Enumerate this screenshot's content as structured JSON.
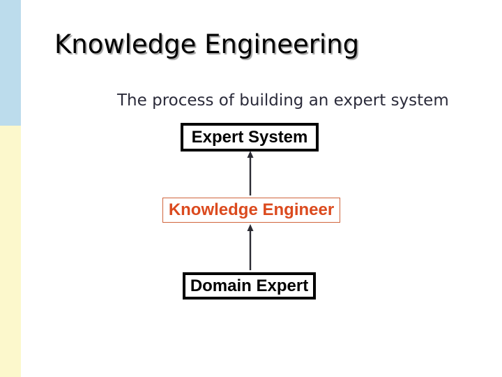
{
  "slide": {
    "title": "Knowledge Engineering",
    "subtitle": "The process of building an expert system"
  },
  "diagram": {
    "nodes": [
      {
        "id": "expert-system",
        "label": "Expert System",
        "border_color": "#000000",
        "text_color": "#000000"
      },
      {
        "id": "knowledge-engineer",
        "label": "Knowledge Engineer",
        "border_color": "#d0643c",
        "text_color": "#db4a1e"
      },
      {
        "id": "domain-expert",
        "label": "Domain Expert",
        "border_color": "#000000",
        "text_color": "#000000"
      }
    ],
    "arrows": [
      {
        "from": "knowledge-engineer",
        "to": "expert-system",
        "direction": "up"
      },
      {
        "from": "domain-expert",
        "to": "knowledge-engineer",
        "direction": "up"
      }
    ]
  },
  "colors": {
    "edge_strip_blue": "#bcdcec",
    "edge_strip_yellow": "#fcf8cc",
    "title_text": "#000000",
    "title_shadow": "#a3a3a3",
    "subtitle_text": "#2b2b3a",
    "highlight_red": "#db4a1e",
    "arrow": "#2b2b33",
    "background": "#ffffff"
  }
}
